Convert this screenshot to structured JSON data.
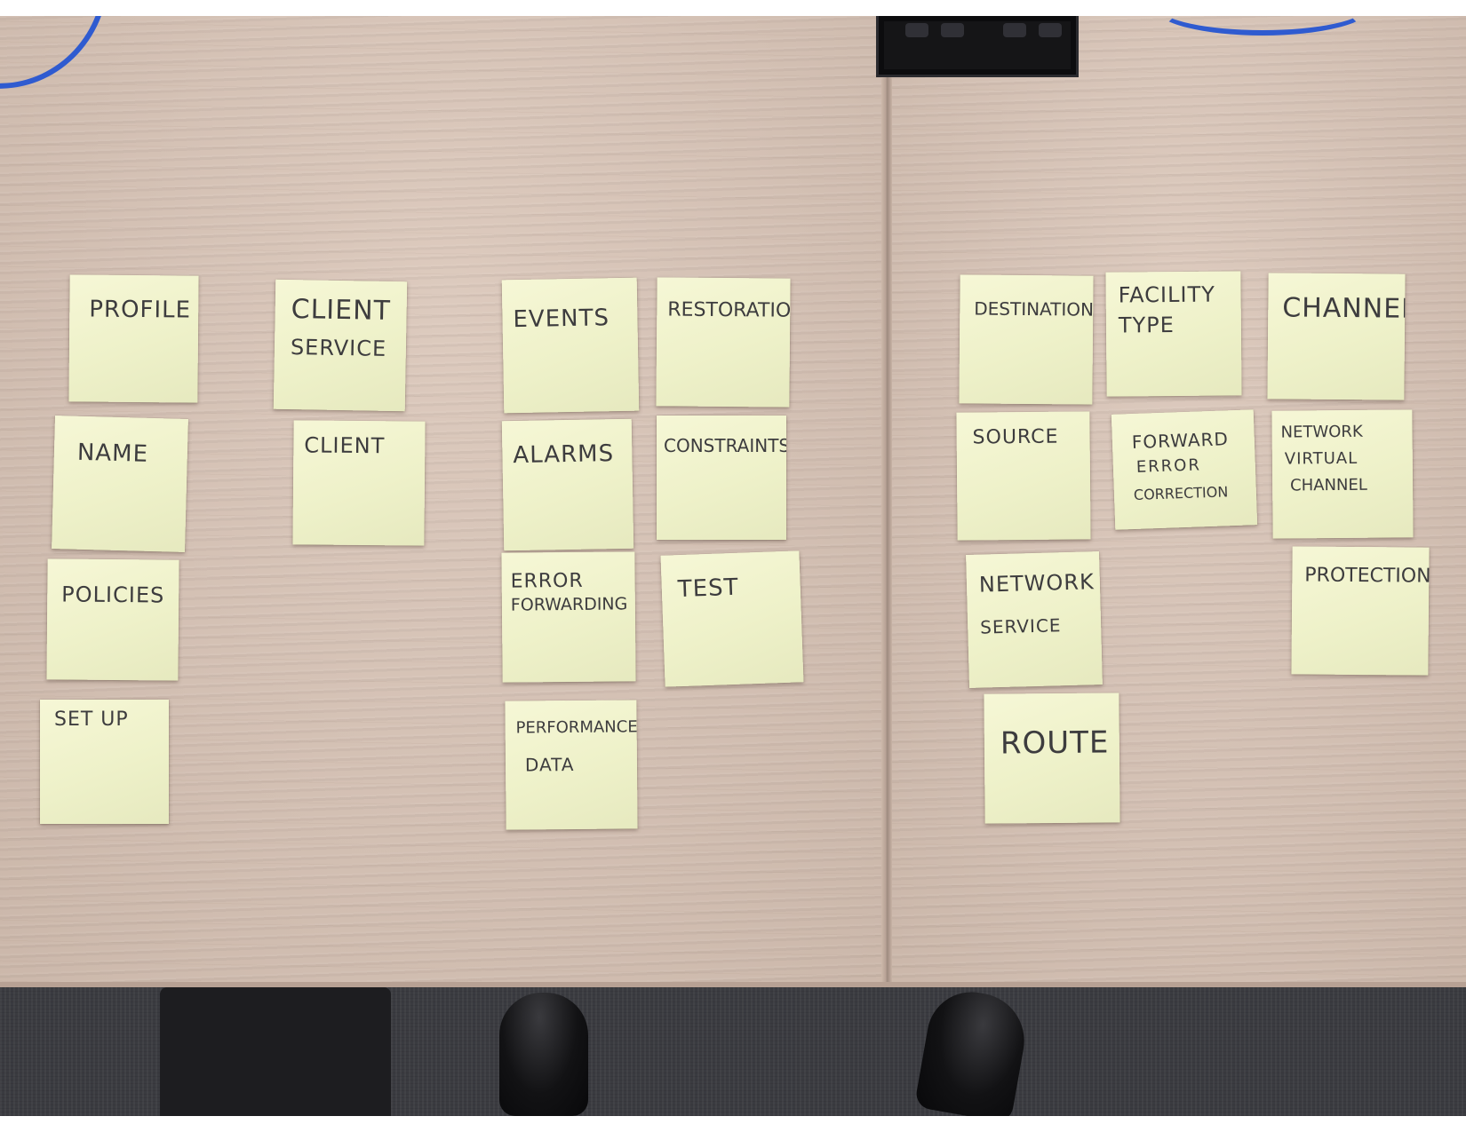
{
  "scene": {
    "description_colors": {
      "table": "#d8c3b5",
      "sticky_note": "#f1f3cd",
      "ink": "#3d3c3e",
      "cable": "#2f5bd0",
      "carpet": "#3a3b40"
    }
  },
  "notes": {
    "left_table": [
      {
        "id": "profile",
        "lines": [
          "PROFILE"
        ]
      },
      {
        "id": "client-service",
        "lines": [
          "CLIENT",
          "SERVICE"
        ]
      },
      {
        "id": "events",
        "lines": [
          "EVENTS"
        ]
      },
      {
        "id": "restoration",
        "lines": [
          "RESTORATION"
        ]
      },
      {
        "id": "name",
        "lines": [
          "NAME"
        ]
      },
      {
        "id": "client",
        "lines": [
          "CLIENT"
        ]
      },
      {
        "id": "alarms",
        "lines": [
          "ALARMS"
        ]
      },
      {
        "id": "constraints",
        "lines": [
          "CONSTRAINTS"
        ]
      },
      {
        "id": "policies",
        "lines": [
          "POLICIES"
        ]
      },
      {
        "id": "error-forwarding",
        "lines": [
          "ERROR",
          "FORWARDING"
        ]
      },
      {
        "id": "test",
        "lines": [
          "TEST"
        ]
      },
      {
        "id": "set-up",
        "lines": [
          "SET UP"
        ]
      },
      {
        "id": "performance-data",
        "lines": [
          "PERFORMANCE",
          "DATA"
        ]
      }
    ],
    "right_table": [
      {
        "id": "destination",
        "lines": [
          "DESTINATION"
        ]
      },
      {
        "id": "facility-type",
        "lines": [
          "FACILITY",
          "TYPE"
        ]
      },
      {
        "id": "channel",
        "lines": [
          "CHANNEL"
        ]
      },
      {
        "id": "source",
        "lines": [
          "SOURCE"
        ]
      },
      {
        "id": "forward-error-correction",
        "lines": [
          "FORWARD",
          "ERROR",
          "CORRECTION"
        ]
      },
      {
        "id": "network-virtual-channel",
        "lines": [
          "NETWORK",
          "VIRTUAL",
          "CHANNEL"
        ]
      },
      {
        "id": "network-service",
        "lines": [
          "NETWORK",
          "SERVICE"
        ]
      },
      {
        "id": "protection",
        "lines": [
          "PROTECTION"
        ]
      },
      {
        "id": "route",
        "lines": [
          "ROUTE"
        ]
      }
    ]
  }
}
